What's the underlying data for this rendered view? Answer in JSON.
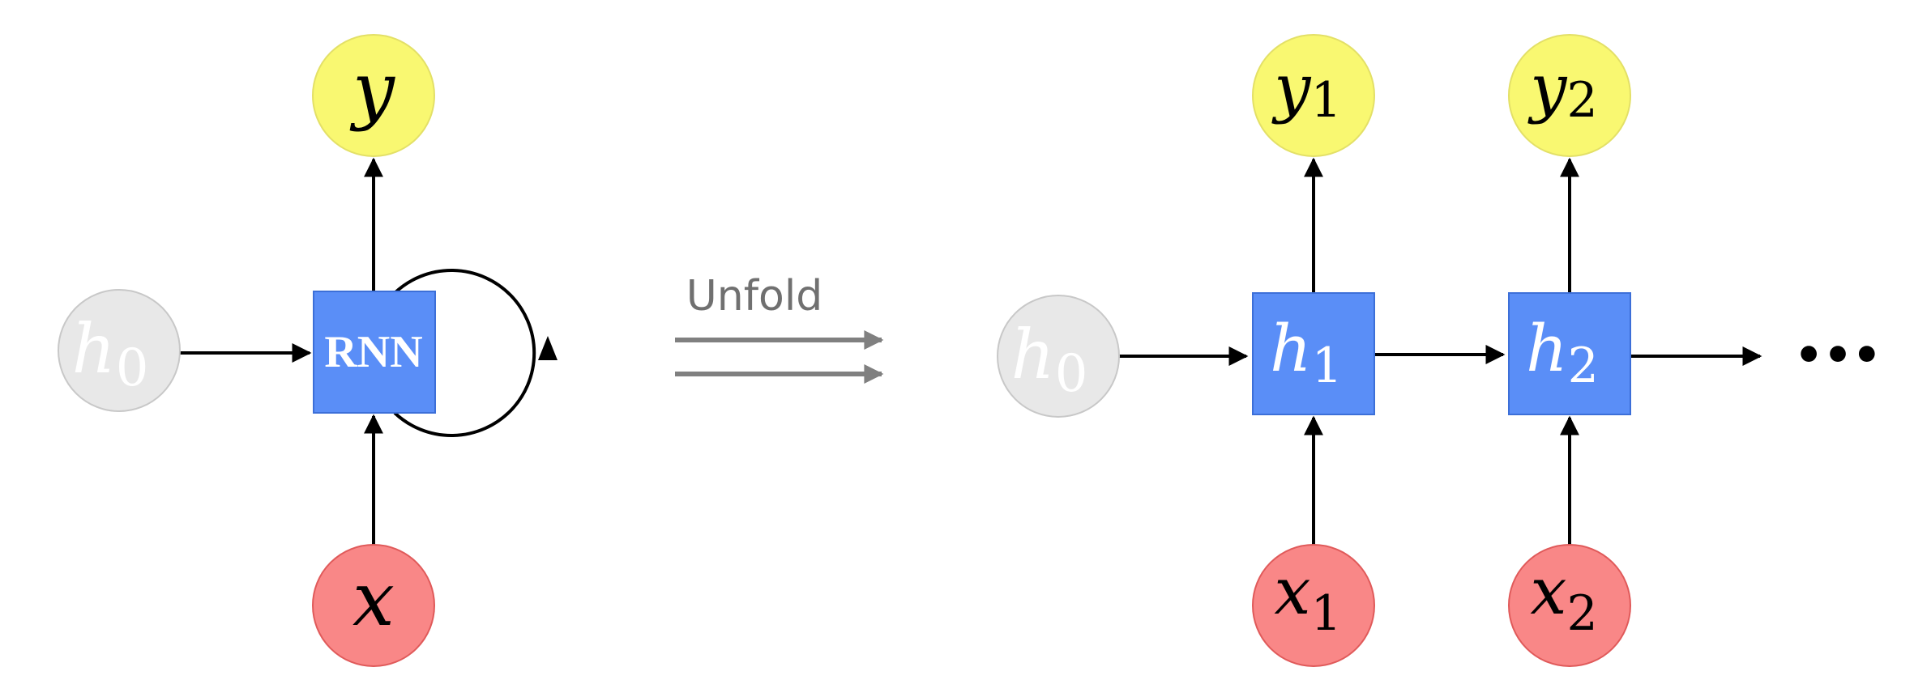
{
  "colors": {
    "output_node": "#f9f871",
    "input_node": "#f98787",
    "hidden_init_node": "#e8e8e8",
    "rnn_cell": "#5a8ef7",
    "arrow": "#000000",
    "unfold_arrow": "#808080"
  },
  "folded": {
    "output": {
      "var": "y",
      "sub": ""
    },
    "input": {
      "var": "x",
      "sub": ""
    },
    "init_hidden": {
      "var": "h",
      "sub": "0"
    },
    "cell_label": "RNN"
  },
  "unfold_label": "Unfold",
  "unfolded": {
    "init_hidden": {
      "var": "h",
      "sub": "0"
    },
    "steps": [
      {
        "hidden": {
          "var": "h",
          "sub": "1"
        },
        "output": {
          "var": "y",
          "sub": "1"
        },
        "input": {
          "var": "x",
          "sub": "1"
        }
      },
      {
        "hidden": {
          "var": "h",
          "sub": "2"
        },
        "output": {
          "var": "y",
          "sub": "2"
        },
        "input": {
          "var": "x",
          "sub": "2"
        }
      }
    ],
    "continuation": "•••"
  }
}
